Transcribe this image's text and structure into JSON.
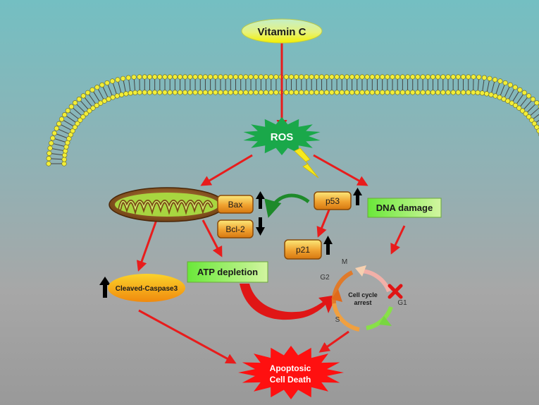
{
  "nodes": {
    "vitamin_c": "Vitamin  C",
    "ros": "ROS",
    "bax": "Bax",
    "bcl2": "Bcl-2",
    "p53": "p53",
    "p21": "p21",
    "dna_damage": "DNA damage",
    "atp_depletion": "ATP depletion",
    "cleaved_caspase3": "Cleaved-Caspase3",
    "apoptosis_line1": "Apoptosic",
    "apoptosis_line2": "Cell Death"
  },
  "cell_cycle": {
    "center_line1": "Cell cycle",
    "center_line2": "arrest",
    "phase_m": "M",
    "phase_g2": "G2",
    "phase_g1": "G1",
    "phase_s": "S"
  },
  "indicators": {
    "bax": "up",
    "bcl2": "down",
    "p53": "up",
    "p21": "up",
    "cleaved_caspase3": "up"
  },
  "colors": {
    "arrow": "#e81c1c",
    "ros_burst": "#1aa84a",
    "membrane_head": "#f2ee38",
    "label_box": "#7cf03c",
    "protein_box": "#e89a2a",
    "apoptosis_burst": "#ff1010"
  }
}
